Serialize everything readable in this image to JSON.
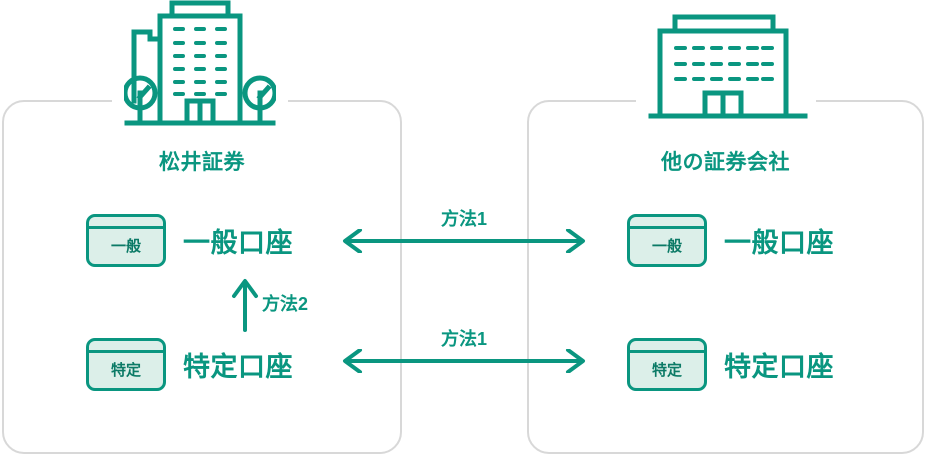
{
  "diagram": {
    "title_hidden": "",
    "accent_color": "#0a9680",
    "panel_border_color": "#d8d8d8",
    "card_fill_color": "#dcefe9",
    "institutions": [
      {
        "id": "matsui",
        "name": "松井証券",
        "icon": "office-building-with-trees-icon",
        "accounts": [
          {
            "id": "ippan",
            "badge": "一般",
            "label": "一般口座",
            "icon": "account-card-icon"
          },
          {
            "id": "tokutei",
            "badge": "特定",
            "label": "特定口座",
            "icon": "account-card-icon"
          }
        ]
      },
      {
        "id": "other",
        "name": "他の証券会社",
        "icon": "office-building-icon",
        "accounts": [
          {
            "id": "ippan",
            "badge": "一般",
            "label": "一般口座",
            "icon": "account-card-icon"
          },
          {
            "id": "tokutei",
            "badge": "特定",
            "label": "特定口座",
            "icon": "account-card-icon"
          }
        ]
      }
    ],
    "connections": [
      {
        "id": "method1-ippan",
        "label": "方法1",
        "icon": "double-horizontal-arrow-icon"
      },
      {
        "id": "method1-tokutei",
        "label": "方法1",
        "icon": "double-horizontal-arrow-icon"
      },
      {
        "id": "method2-internal",
        "label": "方法2",
        "icon": "up-arrow-icon"
      }
    ]
  }
}
